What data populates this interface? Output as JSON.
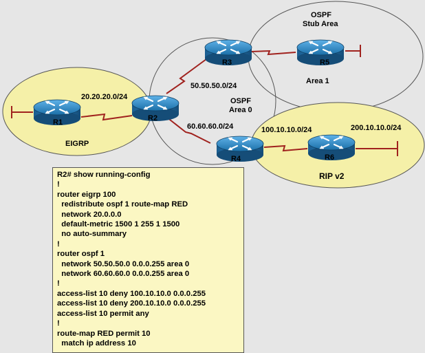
{
  "areas": {
    "eigrp": "EIGRP",
    "ospf_area0": [
      "OSPF",
      "Area 0"
    ],
    "ospf_stub": [
      "OSPF",
      "Stub Area"
    ],
    "area1": "Area 1",
    "rip": "RIP v2"
  },
  "routers": [
    "R1",
    "R2",
    "R3",
    "R4",
    "R5",
    "R6"
  ],
  "networks": {
    "n20": "20.20.20.0/24",
    "n50": "50.50.50.0/24",
    "n60": "60.60.60.0/24",
    "n100": "100.10.10.0/24",
    "n200": "200.10.10.0/24"
  },
  "colors": {
    "background": "#e6e6e6",
    "area_fill": "#f5f0a8",
    "router_fill": "#1b6fa8",
    "serial_link": "#a0221e",
    "config_fill": "#fbf7c3"
  },
  "config": [
    "R2# show running-config",
    "!",
    "router eigrp 100",
    "  redistribute ospf 1 route-map RED",
    "  network 20.0.0.0",
    "  default-metric 1500 1 255 1 1500",
    "  no auto-summary",
    "!",
    "router ospf 1",
    "  network 50.50.50.0 0.0.0.255 area 0",
    "  network 60.60.60.0 0.0.0.255 area 0",
    "!",
    "access-list 10 deny 100.10.10.0 0.0.0.255",
    "access-list 10 deny 200.10.10.0 0.0.0.255",
    "access-list 10 permit any",
    "!",
    "route-map RED permit 10",
    "  match ip address 10"
  ]
}
